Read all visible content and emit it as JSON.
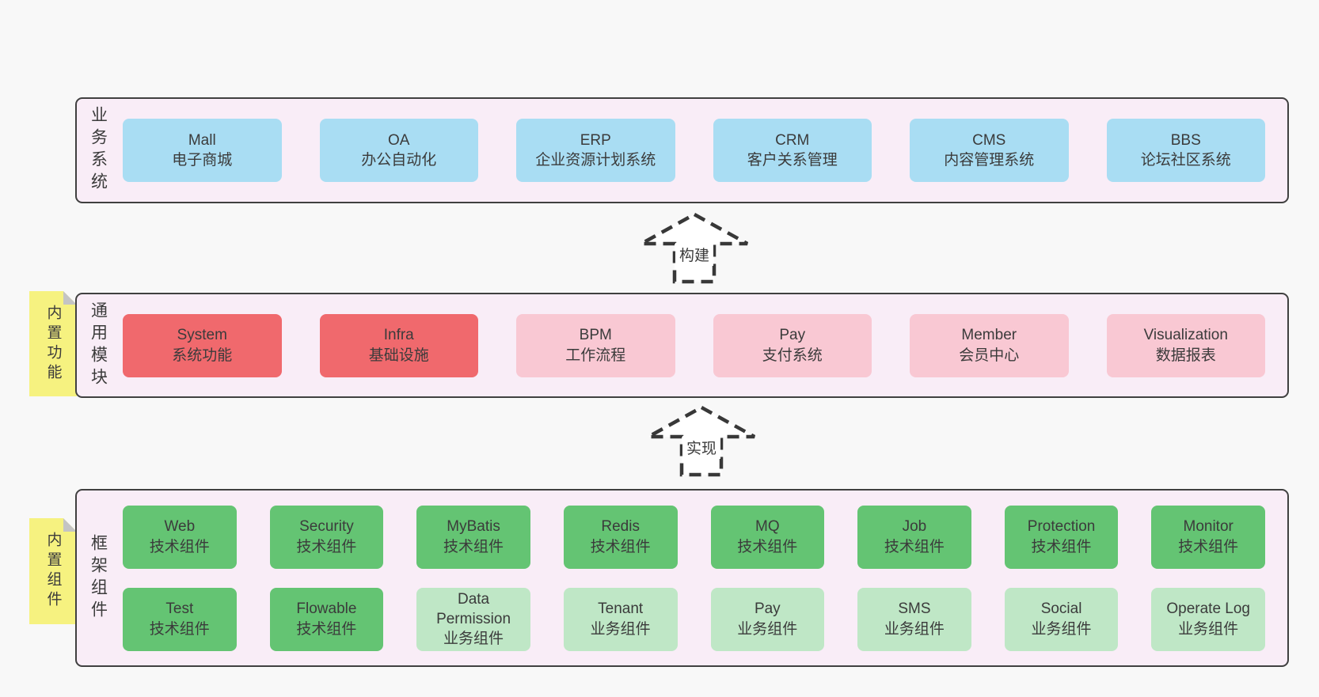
{
  "colors": {
    "page_bg": "#f8f8f8",
    "section_bg": "#f9edf7",
    "section_border": "#404040",
    "text": "#3b3b3b",
    "blue": "#a9ddf3",
    "red": "#f0696d",
    "pink": "#f9c8d3",
    "green": "#64c473",
    "lightgreen": "#bfe7c6",
    "note_yellow": "#f6f280",
    "note_fold": "#c4c4c4",
    "arrow_stroke": "#383838"
  },
  "sections": [
    {
      "label": "业务系统",
      "rows": [
        [
          {
            "en": "Mall",
            "zh": "电子商城",
            "type": "blue"
          },
          {
            "en": "OA",
            "zh": "办公自动化",
            "type": "blue"
          },
          {
            "en": "ERP",
            "zh": "企业资源计划系统",
            "type": "blue"
          },
          {
            "en": "CRM",
            "zh": "客户关系管理",
            "type": "blue"
          },
          {
            "en": "CMS",
            "zh": "内容管理系统",
            "type": "blue"
          },
          {
            "en": "BBS",
            "zh": "论坛社区系统",
            "type": "blue"
          }
        ]
      ]
    },
    {
      "label": "通用模块",
      "note": "内置功能",
      "rows": [
        [
          {
            "en": "System",
            "zh": "系统功能",
            "type": "red"
          },
          {
            "en": "Infra",
            "zh": "基础设施",
            "type": "red"
          },
          {
            "en": "BPM",
            "zh": "工作流程",
            "type": "pink"
          },
          {
            "en": "Pay",
            "zh": "支付系统",
            "type": "pink"
          },
          {
            "en": "Member",
            "zh": "会员中心",
            "type": "pink"
          },
          {
            "en": "Visualization",
            "zh": "数据报表",
            "type": "pink"
          }
        ]
      ]
    },
    {
      "label": "框架组件",
      "note": "内置组件",
      "rows": [
        [
          {
            "en": "Web",
            "zh": "技术组件",
            "type": "green"
          },
          {
            "en": "Security",
            "zh": "技术组件",
            "type": "green"
          },
          {
            "en": "MyBatis",
            "zh": "技术组件",
            "type": "green"
          },
          {
            "en": "Redis",
            "zh": "技术组件",
            "type": "green"
          },
          {
            "en": "MQ",
            "zh": "技术组件",
            "type": "green"
          },
          {
            "en": "Job",
            "zh": "技术组件",
            "type": "green"
          },
          {
            "en": "Protection",
            "zh": "技术组件",
            "type": "green"
          },
          {
            "en": "Monitor",
            "zh": "技术组件",
            "type": "green"
          }
        ],
        [
          {
            "en": "Test",
            "zh": "技术组件",
            "type": "green"
          },
          {
            "en": "Flowable",
            "zh": "技术组件",
            "type": "green"
          },
          {
            "en": "Data Permission",
            "zh": "业务组件",
            "type": "lightgreen"
          },
          {
            "en": "Tenant",
            "zh": "业务组件",
            "type": "lightgreen"
          },
          {
            "en": "Pay",
            "zh": "业务组件",
            "type": "lightgreen"
          },
          {
            "en": "SMS",
            "zh": "业务组件",
            "type": "lightgreen"
          },
          {
            "en": "Social",
            "zh": "业务组件",
            "type": "lightgreen"
          },
          {
            "en": "Operate Log",
            "zh": "业务组件",
            "type": "lightgreen"
          }
        ]
      ]
    }
  ],
  "arrows": [
    {
      "label": "构建"
    },
    {
      "label": "实现"
    }
  ]
}
